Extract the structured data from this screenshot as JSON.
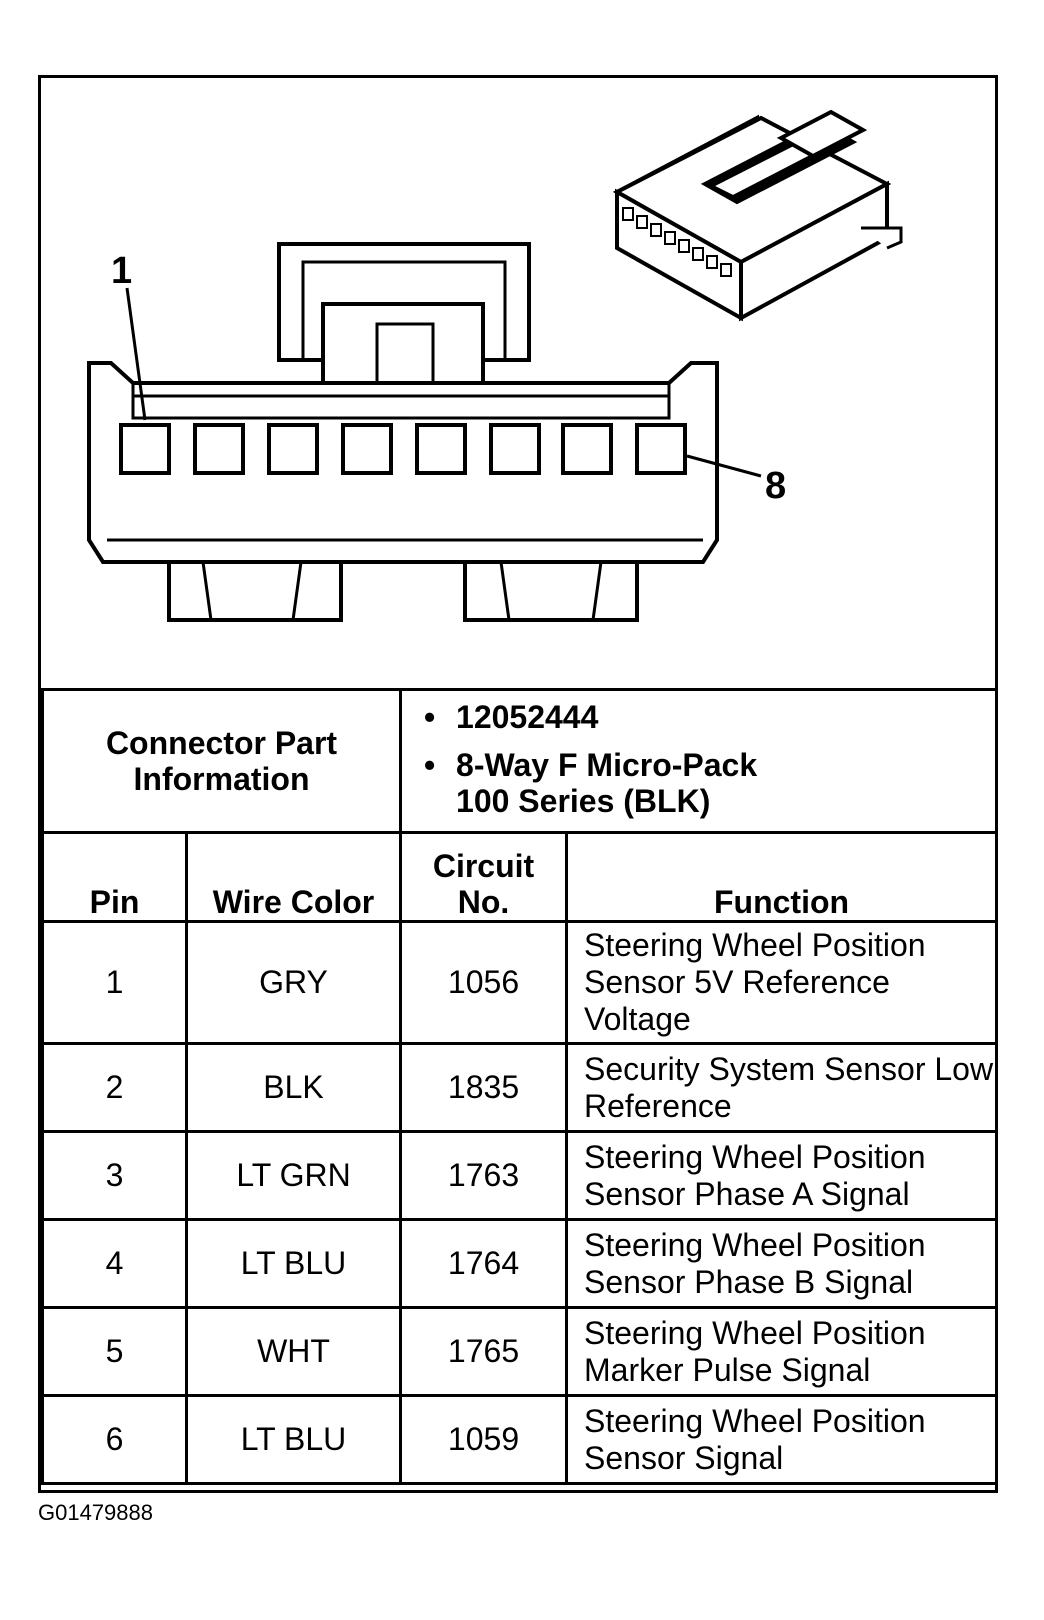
{
  "diagram": {
    "pin_first_label": "1",
    "pin_last_label": "8"
  },
  "connector_part_info": {
    "label": "Connector Part Information",
    "values": [
      "12052444",
      "8-Way F Micro-Pack 100 Series (BLK)"
    ]
  },
  "table": {
    "headers": [
      "Pin",
      "Wire Color",
      "Circuit No.",
      "Function"
    ],
    "rows": [
      {
        "pin": "1",
        "wire_color": "GRY",
        "circuit": "1056",
        "function": "Steering Wheel Position Sensor 5V Reference Voltage"
      },
      {
        "pin": "2",
        "wire_color": "BLK",
        "circuit": "1835",
        "function": "Security System Sensor Low Reference"
      },
      {
        "pin": "3",
        "wire_color": "LT GRN",
        "circuit": "1763",
        "function": "Steering Wheel Position Sensor Phase A Signal"
      },
      {
        "pin": "4",
        "wire_color": "LT BLU",
        "circuit": "1764",
        "function": "Steering Wheel Position Sensor Phase B Signal"
      },
      {
        "pin": "5",
        "wire_color": "WHT",
        "circuit": "1765",
        "function": "Steering Wheel Position Marker Pulse Signal"
      },
      {
        "pin": "6",
        "wire_color": "LT BLU",
        "circuit": "1059",
        "function": "Steering Wheel Position Sensor Signal"
      }
    ]
  },
  "footer": {
    "code": "G01479888"
  }
}
